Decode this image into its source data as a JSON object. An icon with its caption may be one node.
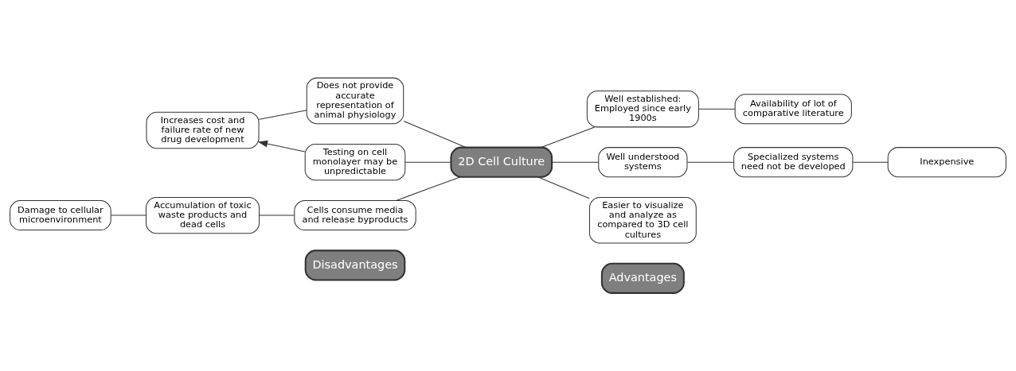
{
  "diagram": {
    "nodes": [
      {
        "text": [
          "Disadvantages"
        ]
      },
      {
        "text": [
          "Advantages"
        ]
      },
      {
        "text": [
          "Increases cost and failure rate of new drug development"
        ]
      },
      {
        "text": [
          "Does not provide accurate representation of animal physiology"
        ]
      },
      {
        "text": [
          "Well established: Employed since early 1900s"
        ]
      },
      {
        "text": [
          "Availability of lot of comparative literature"
        ]
      },
      {
        "text": [
          "2D Cell Culture"
        ]
      },
      {
        "text": [
          "Testing on cell monolayer may be unpredictable"
        ]
      },
      {
        "text": [
          "Well understood systems"
        ]
      },
      {
        "text": [
          "Specialized systems need not be developed"
        ]
      },
      {
        "text": [
          "Inexpensive"
        ]
      },
      {
        "text": [
          "Easier to visualize and analyze as compared to 3D cell cultures"
        ]
      },
      {
        "text": [
          "Damage to cellular microenvironment"
        ]
      },
      {
        "text": [
          "Accumulation of toxic waste products and dead cells"
        ]
      },
      {
        "text": [
          "Cells consume media and release byproducts"
        ]
      }
    ],
    "edges": [
      {
        "from": 6,
        "to": 3,
        "arrow": "none"
      },
      {
        "from": 3,
        "to": 2,
        "arrow": "none"
      },
      {
        "from": 7,
        "to": 2,
        "arrow": "to"
      },
      {
        "from": 6,
        "to": 7,
        "arrow": "none"
      },
      {
        "from": 6,
        "to": 14,
        "arrow": "none"
      },
      {
        "from": 14,
        "to": 13,
        "arrow": "none"
      },
      {
        "from": 13,
        "to": 12,
        "arrow": "none"
      },
      {
        "from": 6,
        "to": 4,
        "arrow": "none"
      },
      {
        "from": 4,
        "to": 5,
        "arrow": "none"
      },
      {
        "from": 6,
        "to": 8,
        "arrow": "none"
      },
      {
        "from": 8,
        "to": 9,
        "arrow": "none"
      },
      {
        "from": 9,
        "to": 10,
        "arrow": "none"
      },
      {
        "from": 6,
        "to": 11,
        "arrow": "none"
      }
    ]
  }
}
